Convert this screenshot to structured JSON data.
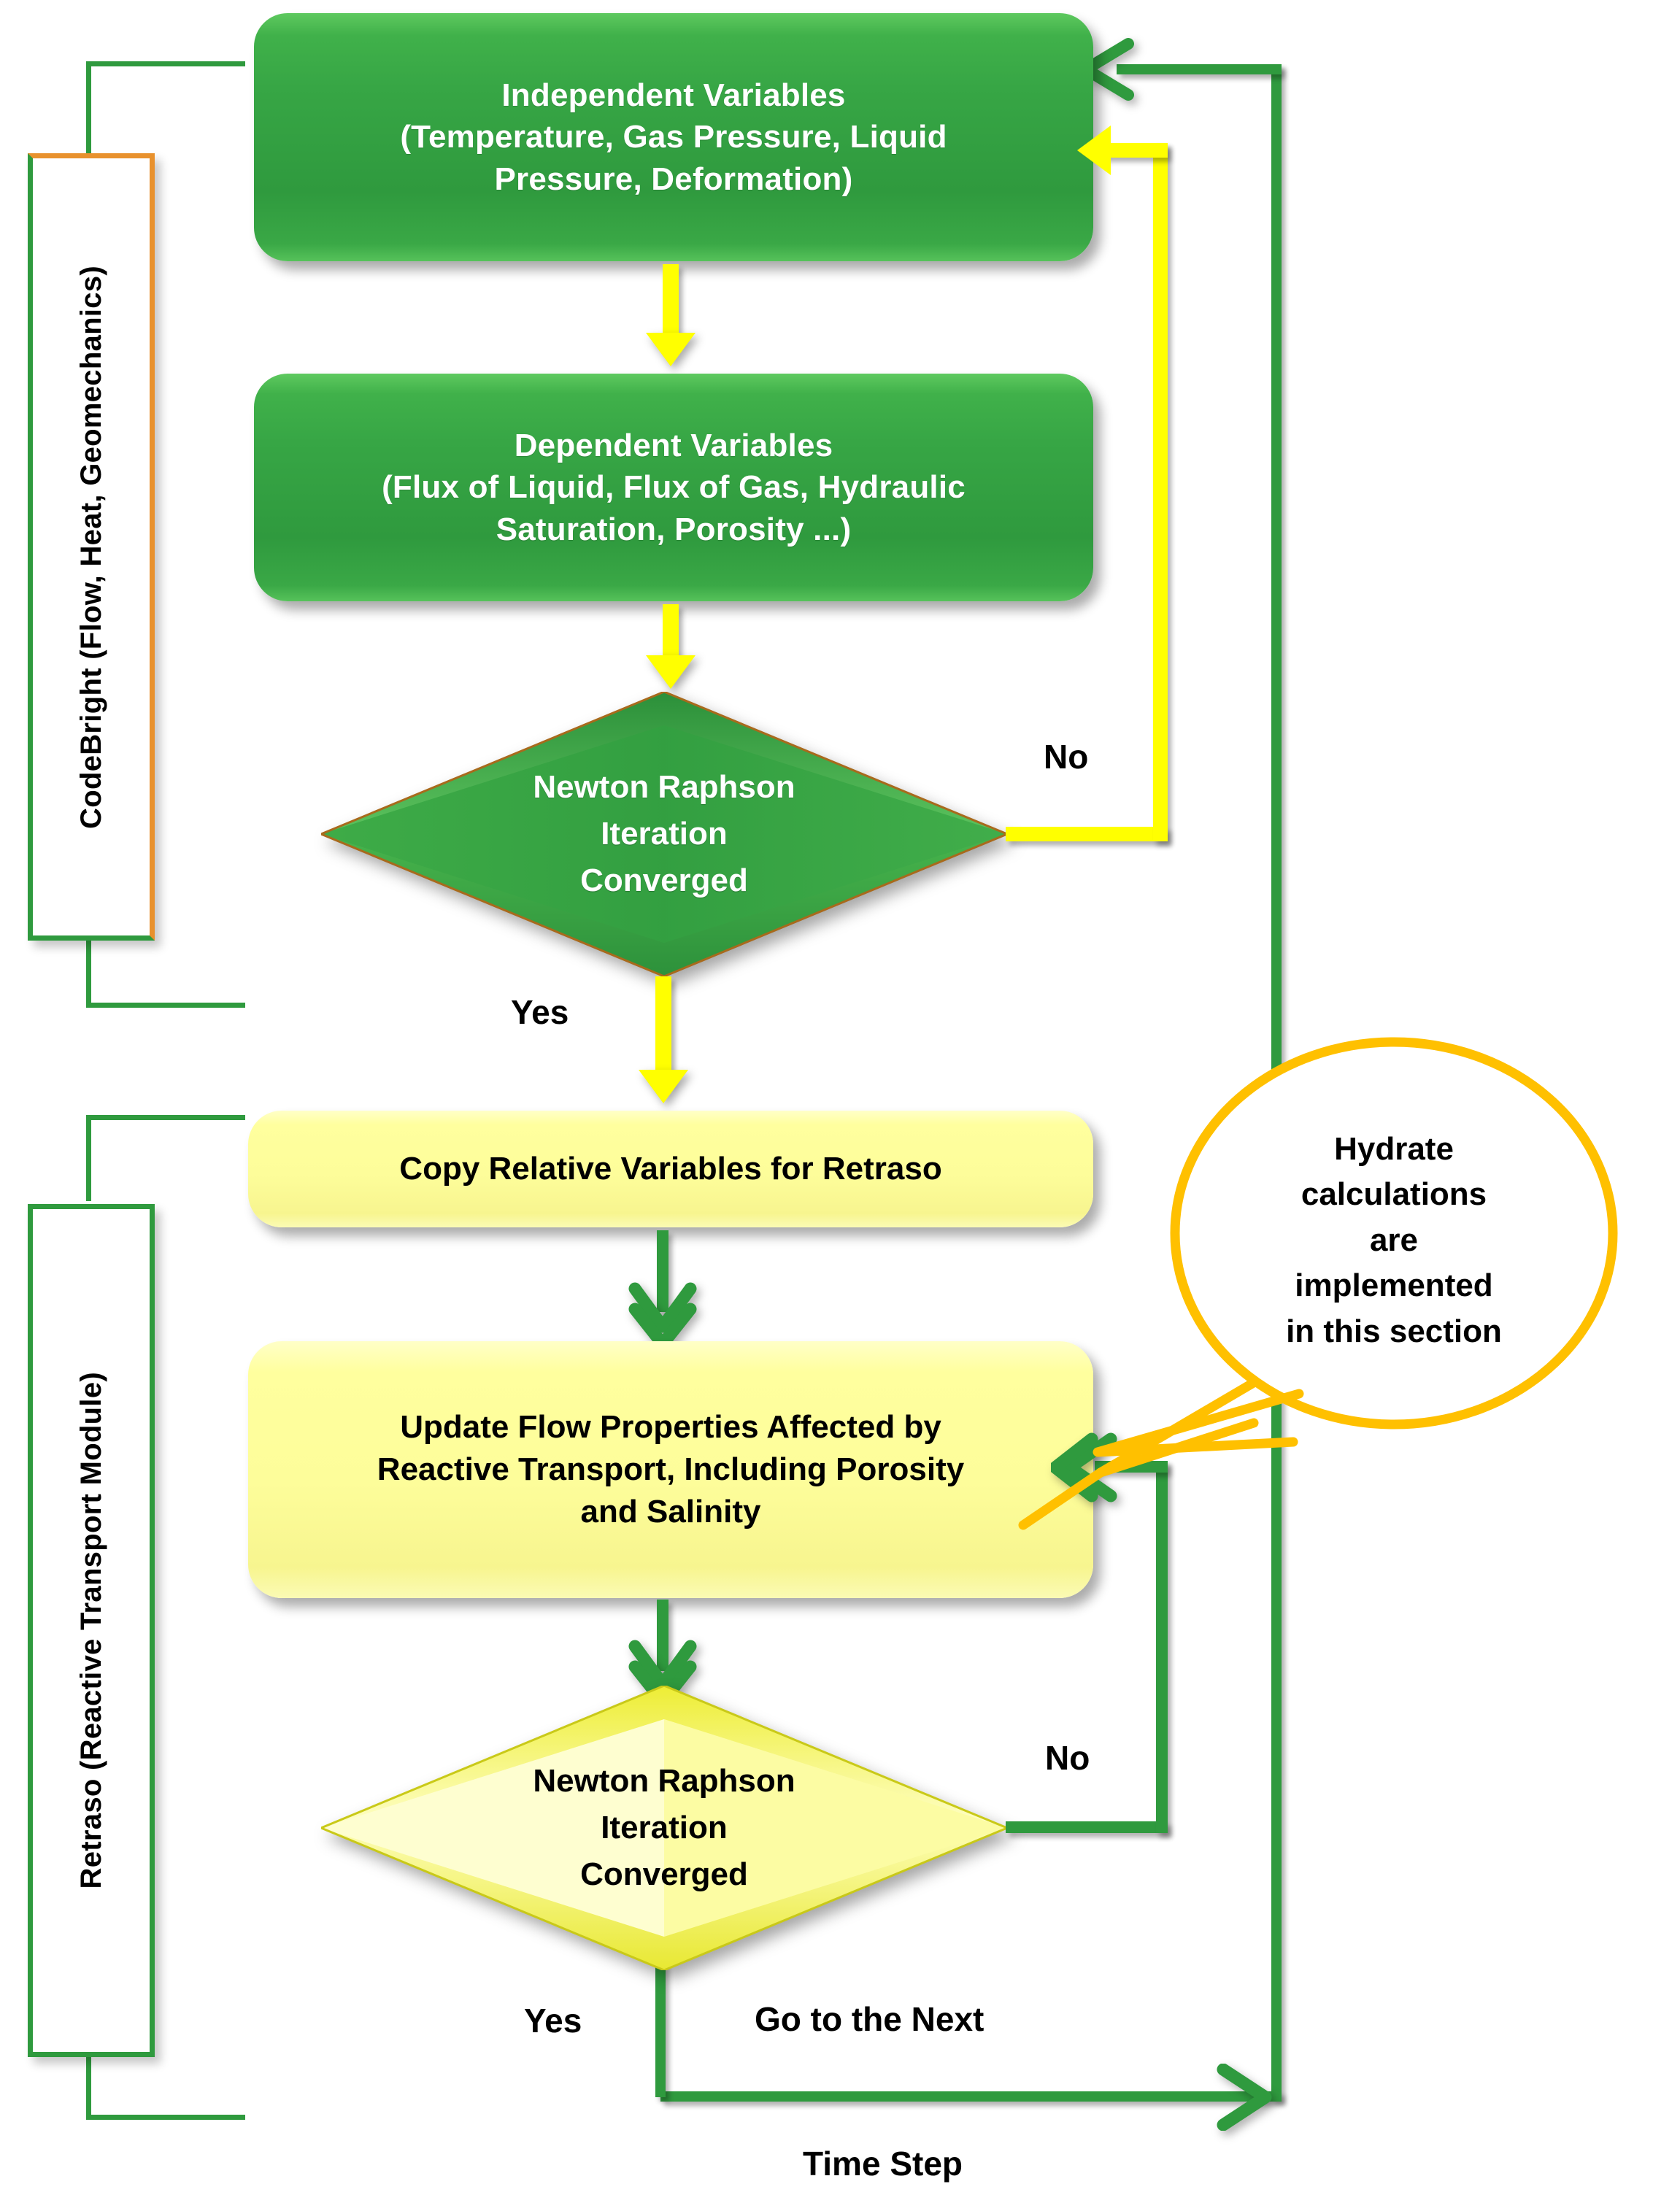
{
  "diagram": {
    "title": "CodeBright-Retraso coupled simulation flowchart",
    "colors": {
      "green_fill": "#2f9a3e",
      "green_light": "#5ec95f",
      "yellow_fill": "#ffff9e",
      "yellow_arrow": "#ffff00",
      "callout_stroke": "#ffc000",
      "orange_accent": "#e8912d",
      "text_dark": "#000000",
      "text_light": "#ffffff"
    }
  },
  "modules": [
    {
      "id": "codebright",
      "label": "CodeBright (Flow, Heat, Geomechanics)"
    },
    {
      "id": "retraso",
      "label": "Retraso (Reactive Transport Module)"
    }
  ],
  "nodes": {
    "independent_variables": {
      "type": "process",
      "style": "green",
      "lines": [
        "Independent Variables",
        "(Temperature, Gas Pressure, Liquid",
        "Pressure, Deformation)"
      ]
    },
    "dependent_variables": {
      "type": "process",
      "style": "green",
      "lines": [
        "Dependent Variables",
        "(Flux of Liquid, Flux of Gas, Hydraulic",
        "Saturation, Porosity ...)"
      ]
    },
    "newton_raphson_upper": {
      "type": "decision",
      "style": "green",
      "lines": [
        "Newton Raphson",
        "Iteration",
        "Converged"
      ]
    },
    "copy_relative_variables": {
      "type": "process",
      "style": "yellow",
      "lines": [
        "Copy Relative Variables for Retraso"
      ]
    },
    "update_flow_properties": {
      "type": "process",
      "style": "yellow",
      "lines": [
        "Update Flow Properties Affected by",
        "Reactive Transport, Including Porosity",
        "and Salinity"
      ]
    },
    "newton_raphson_lower": {
      "type": "decision",
      "style": "yellow",
      "lines": [
        "Newton Raphson",
        "Iteration",
        "Converged"
      ]
    }
  },
  "edge_labels": {
    "no_upper": "No",
    "yes_upper": "Yes",
    "no_lower": "No",
    "yes_lower": "Yes",
    "goto_next_line1": "Go to the Next",
    "goto_next_line2": "Time Step"
  },
  "callout": {
    "lines": [
      "Hydrate",
      "calculations",
      "are",
      "implemented",
      "in this section"
    ]
  }
}
